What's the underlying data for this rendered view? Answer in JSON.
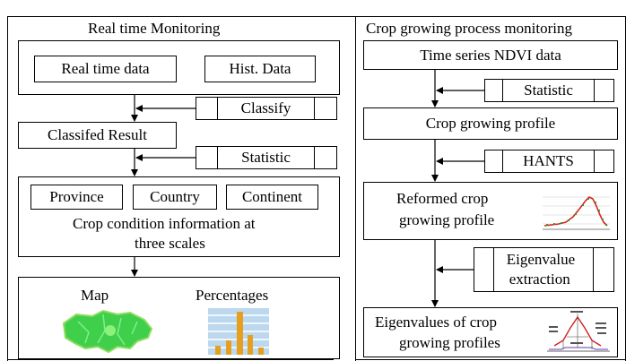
{
  "left": {
    "title": "Real time Monitoring",
    "sources": [
      "Real time data",
      "Hist. Data"
    ],
    "step_classify": "Classify",
    "classified_result": "Classifed Result",
    "step_statistic": "Statistic",
    "scales": [
      "Province",
      "Country",
      "Continent"
    ],
    "crop_condition_line1": "Crop condition information at",
    "crop_condition_line2": "three scales",
    "outputs": [
      "Map",
      "Percentages"
    ]
  },
  "right": {
    "title": "Crop growing process monitoring",
    "ndvi": "Time series NDVI data",
    "step_statistic": "Statistic",
    "profile": "Crop growing profile",
    "step_hants": "HANTS",
    "reformed_line1": "Reformed crop",
    "reformed_line2": "growing profile",
    "eigen_step_line1": "Eigenvalue",
    "eigen_step_line2": "extraction",
    "eigen_result_line1": "Eigenvalues of crop",
    "eigen_result_line2": "growing profiles"
  }
}
